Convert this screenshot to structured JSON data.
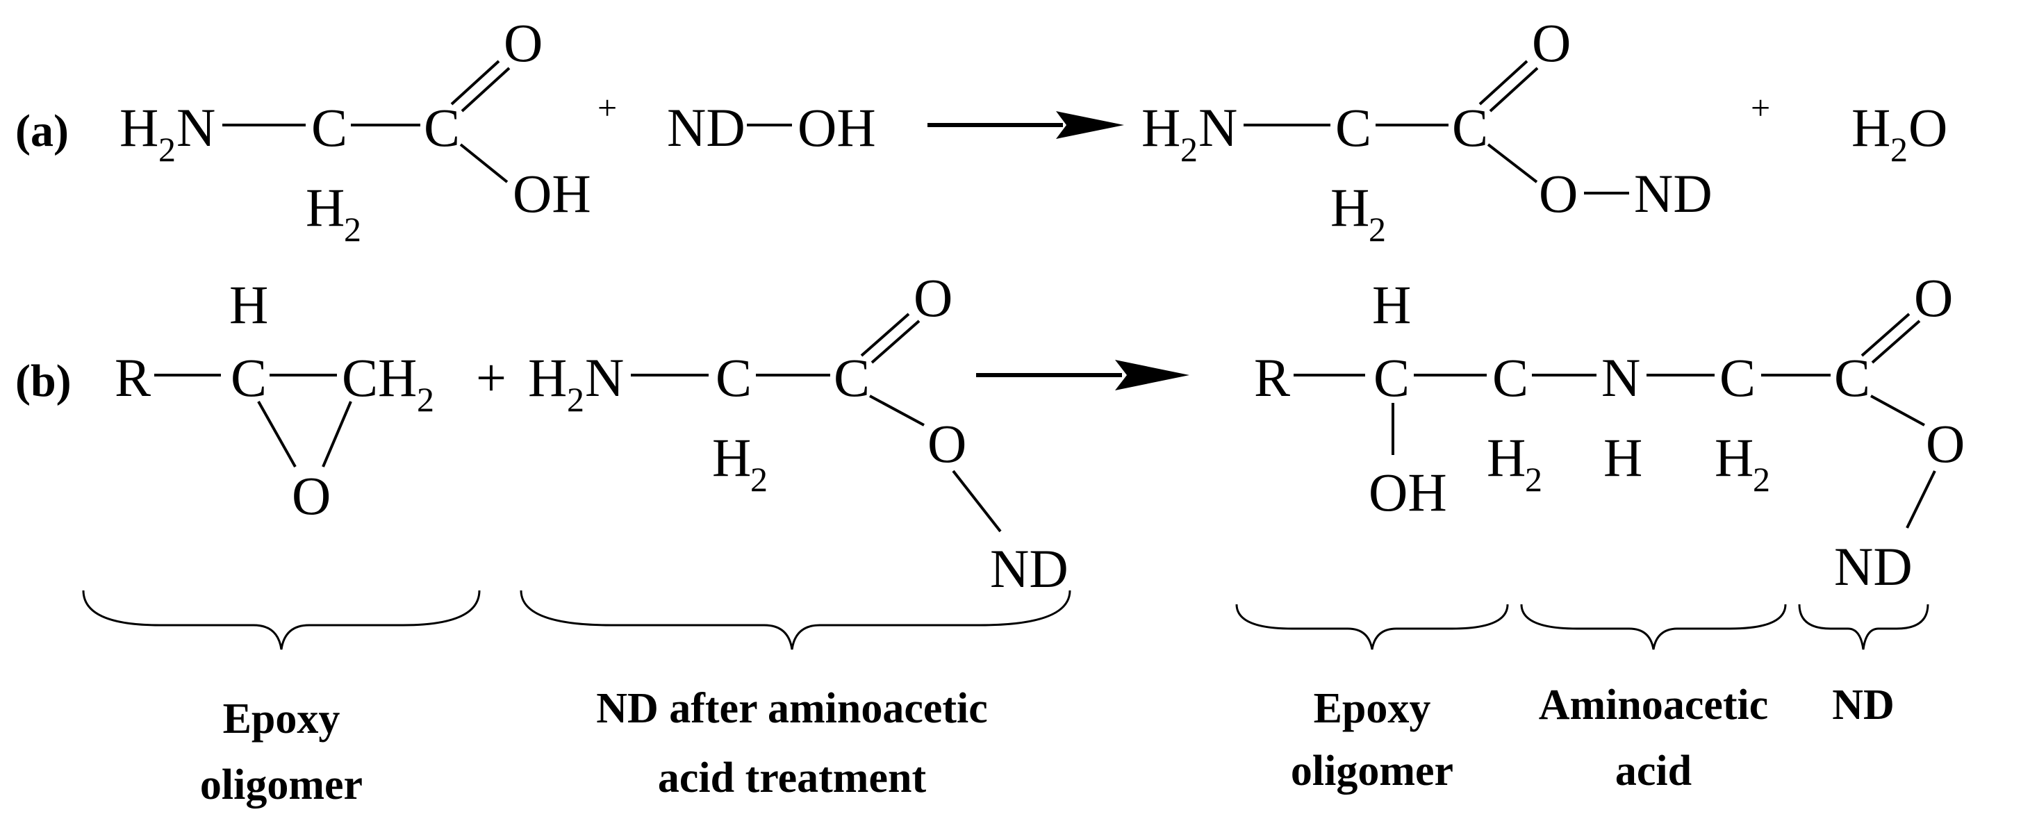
{
  "reaction_a": {
    "label": "(a)",
    "reactant1": {
      "amine": "H",
      "amine_sub": "2",
      "amine_n": "N",
      "carbon": "C",
      "ch2_h": "H",
      "ch2_sub": "2",
      "carbonyl_c": "C",
      "carbonyl_o": "O",
      "hydroxyl": "OH"
    },
    "plus1": "+",
    "reactant2": {
      "nd": "ND",
      "oh": "OH"
    },
    "product": {
      "amine": "H",
      "amine_sub": "2",
      "amine_n": "N",
      "carbon": "C",
      "ch2_h": "H",
      "ch2_sub": "2",
      "carbonyl_c": "C",
      "carbonyl_o": "O",
      "ester_o": "O",
      "nd": "ND"
    },
    "plus2": "+",
    "water": {
      "h": "H",
      "sub": "2",
      "o": "O"
    }
  },
  "reaction_b": {
    "label": "(b)",
    "epoxide": {
      "r": "R",
      "ch_h": "H",
      "ch_c": "C",
      "ch2": "CH",
      "ch2_sub": "2",
      "o": "O"
    },
    "plus": "+",
    "nd_reactant": {
      "amine": "H",
      "amine_sub": "2",
      "amine_n": "N",
      "carbon": "C",
      "ch2_h": "H",
      "ch2_sub": "2",
      "carbonyl_c": "C",
      "carbonyl_o": "O",
      "ester_o": "O",
      "nd": "ND"
    },
    "product": {
      "r": "R",
      "ch_h": "H",
      "ch_c": "C",
      "oh": "OH",
      "c2": "C",
      "c2_h": "H",
      "c2_sub": "2",
      "n": "N",
      "n_h": "H",
      "c3": "C",
      "c3_h": "H",
      "c3_sub": "2",
      "carbonyl_c": "C",
      "carbonyl_o": "O",
      "ester_o": "O",
      "nd": "ND"
    }
  },
  "captions": {
    "epoxy_left": [
      "Epoxy",
      "oligomer"
    ],
    "nd_treated": [
      "ND after aminoacetic",
      "acid treatment"
    ],
    "epoxy_right": [
      "Epoxy",
      "oligomer"
    ],
    "aminoacetic": [
      "Aminoacetic",
      "acid"
    ],
    "nd": "ND"
  }
}
